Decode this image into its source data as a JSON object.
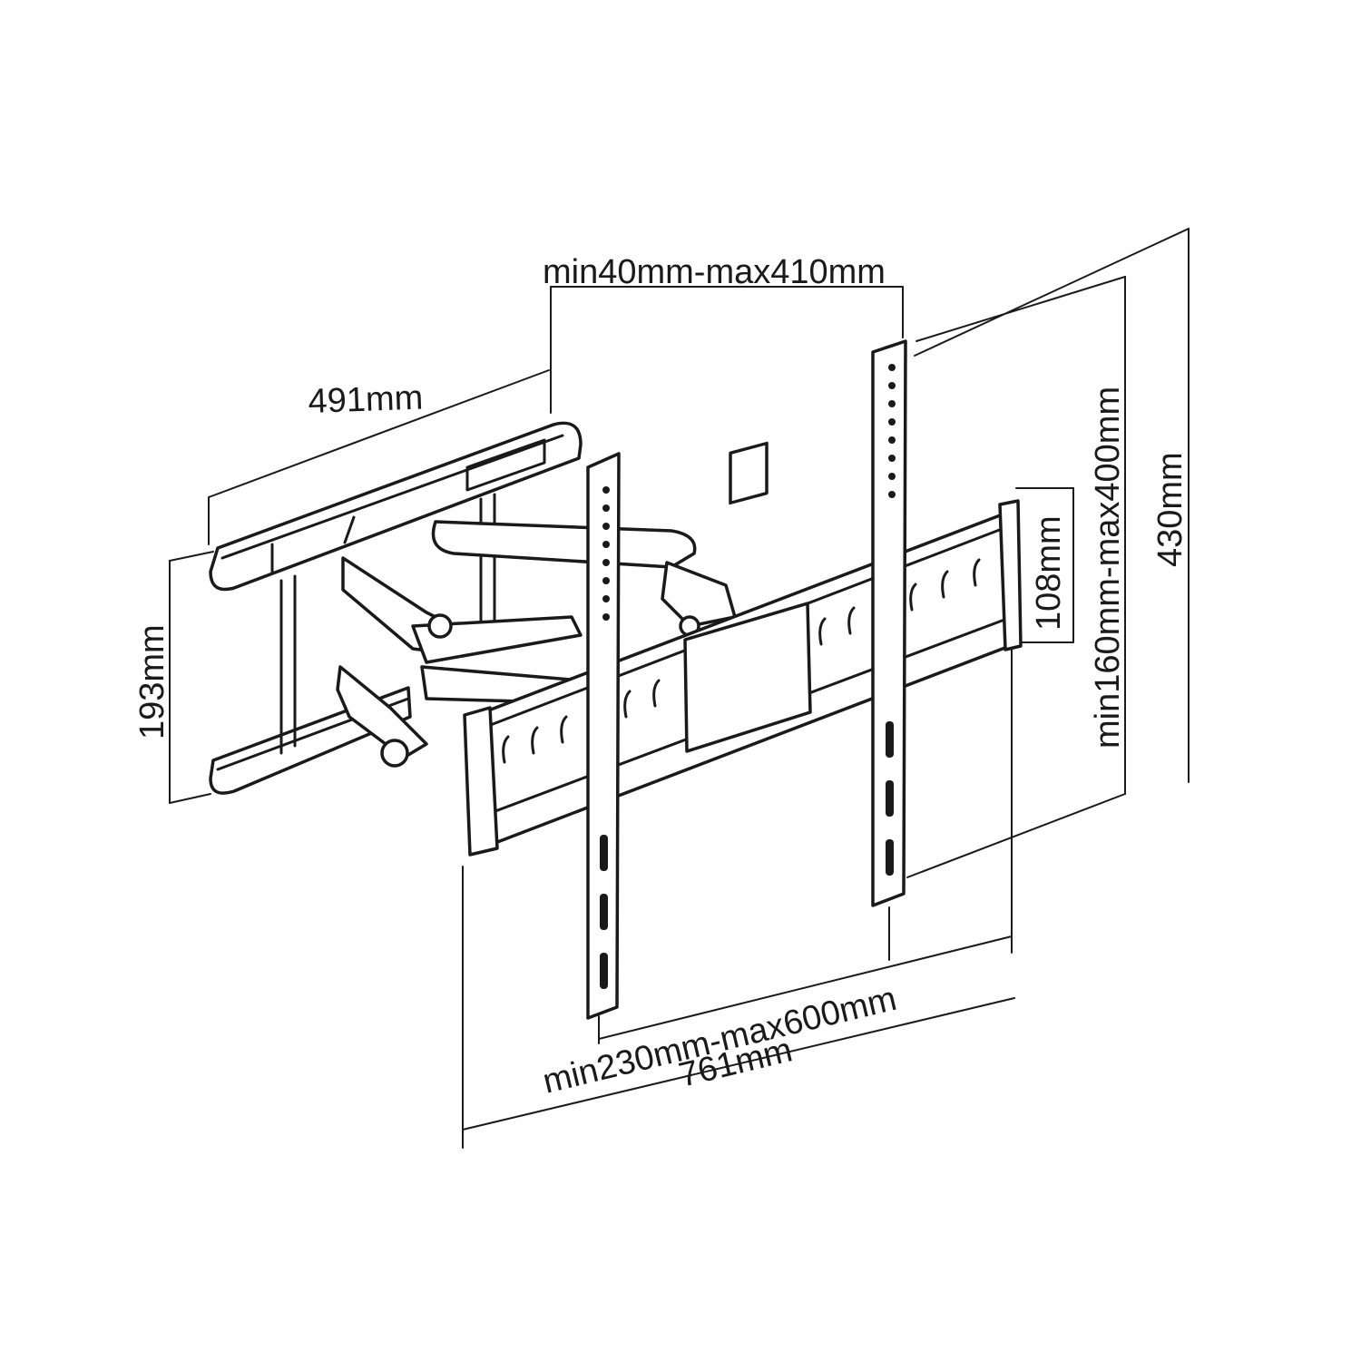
{
  "dimensions": {
    "arm_extension": "min40mm-max410mm",
    "wall_plate_width": "491mm",
    "wall_plate_height": "193mm",
    "rail_height": "108mm",
    "vesa_vertical": "min160mm-max400mm",
    "total_height": "430mm",
    "vesa_horizontal": "min230mm-max600mm",
    "total_width": "761mm"
  },
  "colors": {
    "line": "#1a1a1a",
    "background": "#ffffff"
  }
}
